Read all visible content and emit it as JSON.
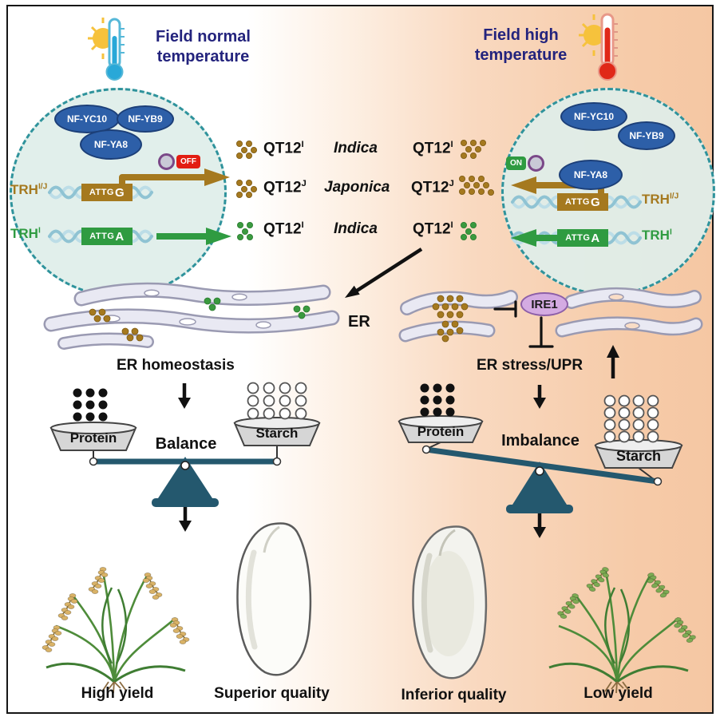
{
  "header": {
    "left": {
      "title": "Field normal temperature"
    },
    "right": {
      "title": "Field high temperature"
    }
  },
  "nucleus_left": {
    "proteins": [
      "NF-YC10",
      "NF-YB9",
      "NF-YA8"
    ],
    "switch_label": "OFF",
    "rows": [
      {
        "gene": "TRH",
        "gene_sup": "I/J",
        "box_prefix": "ATTG",
        "box_suffix": "G"
      },
      {
        "gene": "TRH",
        "gene_sup": "I",
        "box_prefix": "ATTG",
        "box_suffix": "A"
      }
    ]
  },
  "nucleus_right": {
    "proteins": [
      "NF-YC10",
      "NF-YB9",
      "NF-YA8"
    ],
    "switch_label": "ON",
    "rows": [
      {
        "gene": "TRH",
        "gene_sup": "I/J",
        "box_prefix": "ATTG",
        "box_suffix": "G"
      },
      {
        "gene": "TRH",
        "gene_sup": "I",
        "box_prefix": "ATTG",
        "box_suffix": "A"
      }
    ]
  },
  "transcripts": {
    "left": [
      {
        "gene": "QT12",
        "sup": "I",
        "variety": "Indica"
      },
      {
        "gene": "QT12",
        "sup": "J",
        "variety": "Japonica"
      },
      {
        "gene": "QT12",
        "sup": "I",
        "variety": "Indica"
      }
    ],
    "right": [
      {
        "gene": "QT12",
        "sup": "I"
      },
      {
        "gene": "QT12",
        "sup": "J"
      },
      {
        "gene": "QT12",
        "sup": "I"
      }
    ]
  },
  "er": {
    "label": "ER",
    "left_state": "ER homeostasis",
    "right_state": "ER stress/UPR",
    "sensor": "IRE1"
  },
  "scales": {
    "left": {
      "protein": "Protein",
      "center": "Balance",
      "starch": "Starch"
    },
    "right": {
      "protein": "Protein",
      "center": "Imbalance",
      "starch": "Starch"
    }
  },
  "outcomes": {
    "high_yield": "High yield",
    "superior": "Superior quality",
    "inferior": "Inferior quality",
    "low_yield": "Low yield"
  },
  "colors": {
    "title_navy": "#23237d",
    "background_right_peach": "#f5c7a3",
    "nucleus_fill": "#e2efec",
    "nucleus_border": "#2f939c",
    "nfy_oval_blue": "#2d5fa8",
    "gold_brown": "#a5791f",
    "green": "#2f9b41",
    "dna_strand": "#8fc3d3",
    "off_red": "#e21d12",
    "ire1_purple": "#d4abe2",
    "scale_teal": "#24586e"
  }
}
